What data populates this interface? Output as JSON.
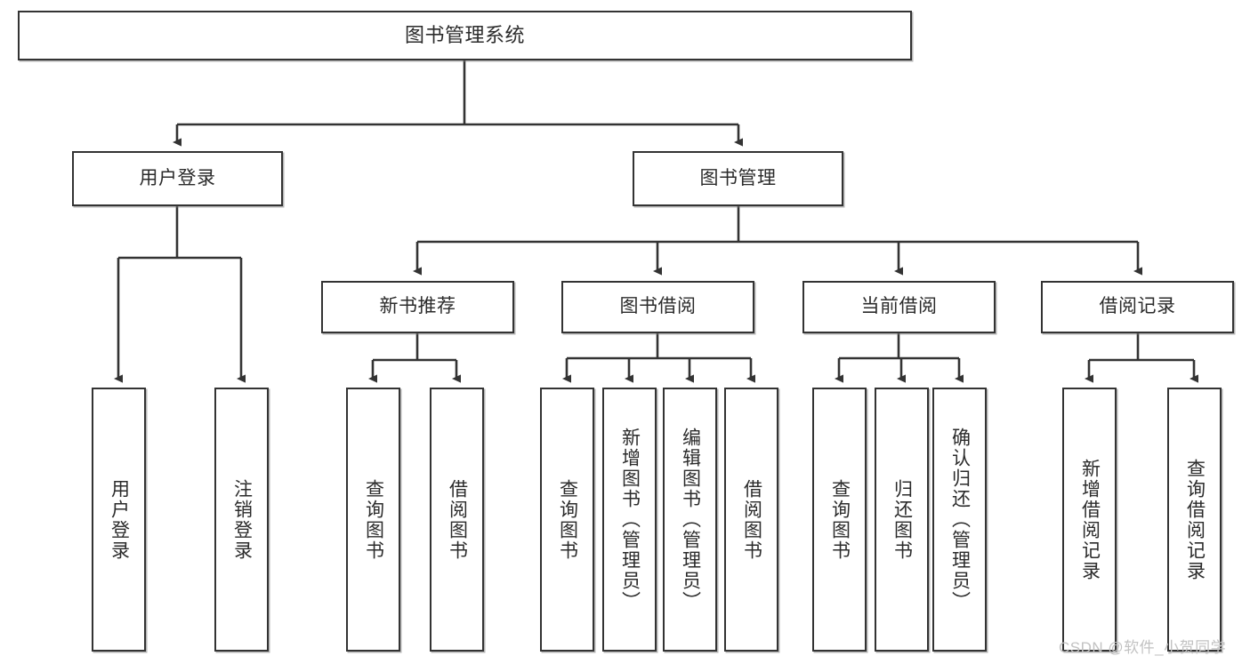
{
  "diagram": {
    "title": "图书管理系统",
    "type": "tree-hierarchy",
    "orientation": "top-down",
    "levels": 4,
    "root": {
      "id": "root",
      "label": "图书管理系统",
      "text_direction": "horizontal"
    },
    "level2": [
      {
        "id": "user-login",
        "label": "用户登录",
        "text_direction": "horizontal"
      },
      {
        "id": "book-manage",
        "label": "图书管理",
        "text_direction": "horizontal"
      }
    ],
    "level3": [
      {
        "id": "new-book-recommend",
        "label": "新书推荐",
        "parent": "book-manage",
        "text_direction": "horizontal"
      },
      {
        "id": "book-borrow",
        "label": "图书借阅",
        "parent": "book-manage",
        "text_direction": "horizontal"
      },
      {
        "id": "current-borrow",
        "label": "当前借阅",
        "parent": "book-manage",
        "text_direction": "horizontal"
      },
      {
        "id": "borrow-record",
        "label": "借阅记录",
        "parent": "book-manage",
        "text_direction": "horizontal"
      }
    ],
    "leaves": [
      {
        "id": "leaf-user-login",
        "label": "用户登录",
        "parent": "user-login",
        "text_direction": "vertical"
      },
      {
        "id": "leaf-logout",
        "label": "注销登录",
        "parent": "user-login",
        "text_direction": "vertical"
      },
      {
        "id": "leaf-query-book-1",
        "label": "查询图书",
        "parent": "new-book-recommend",
        "text_direction": "vertical"
      },
      {
        "id": "leaf-borrow-book-1",
        "label": "借阅图书",
        "parent": "new-book-recommend",
        "text_direction": "vertical"
      },
      {
        "id": "leaf-query-book-2",
        "label": "查询图书",
        "parent": "book-borrow",
        "text_direction": "vertical"
      },
      {
        "id": "leaf-add-book",
        "label": "新增图书（管理员）",
        "parent": "book-borrow",
        "text_direction": "vertical"
      },
      {
        "id": "leaf-edit-book",
        "label": "编辑图书（管理员）",
        "parent": "book-borrow",
        "text_direction": "vertical"
      },
      {
        "id": "leaf-borrow-book-2",
        "label": "借阅图书",
        "parent": "book-borrow",
        "text_direction": "vertical"
      },
      {
        "id": "leaf-query-book-3",
        "label": "查询图书",
        "parent": "current-borrow",
        "text_direction": "vertical"
      },
      {
        "id": "leaf-return-book",
        "label": "归还图书",
        "parent": "current-borrow",
        "text_direction": "vertical"
      },
      {
        "id": "leaf-confirm-return",
        "label": "确认归还（管理员）",
        "parent": "current-borrow",
        "text_direction": "vertical"
      },
      {
        "id": "leaf-add-record",
        "label": "新增借阅记录",
        "parent": "borrow-record",
        "text_direction": "vertical"
      },
      {
        "id": "leaf-query-record",
        "label": "查询借阅记录",
        "parent": "borrow-record",
        "text_direction": "vertical"
      }
    ]
  },
  "watermark": {
    "text": "CSDN @软件_小贺同学"
  },
  "colors": {
    "stroke": "#333333",
    "box_fill": "#ffffff",
    "text": "#2b2b2b",
    "watermark": "#c2c2c2",
    "background": "#ffffff"
  }
}
